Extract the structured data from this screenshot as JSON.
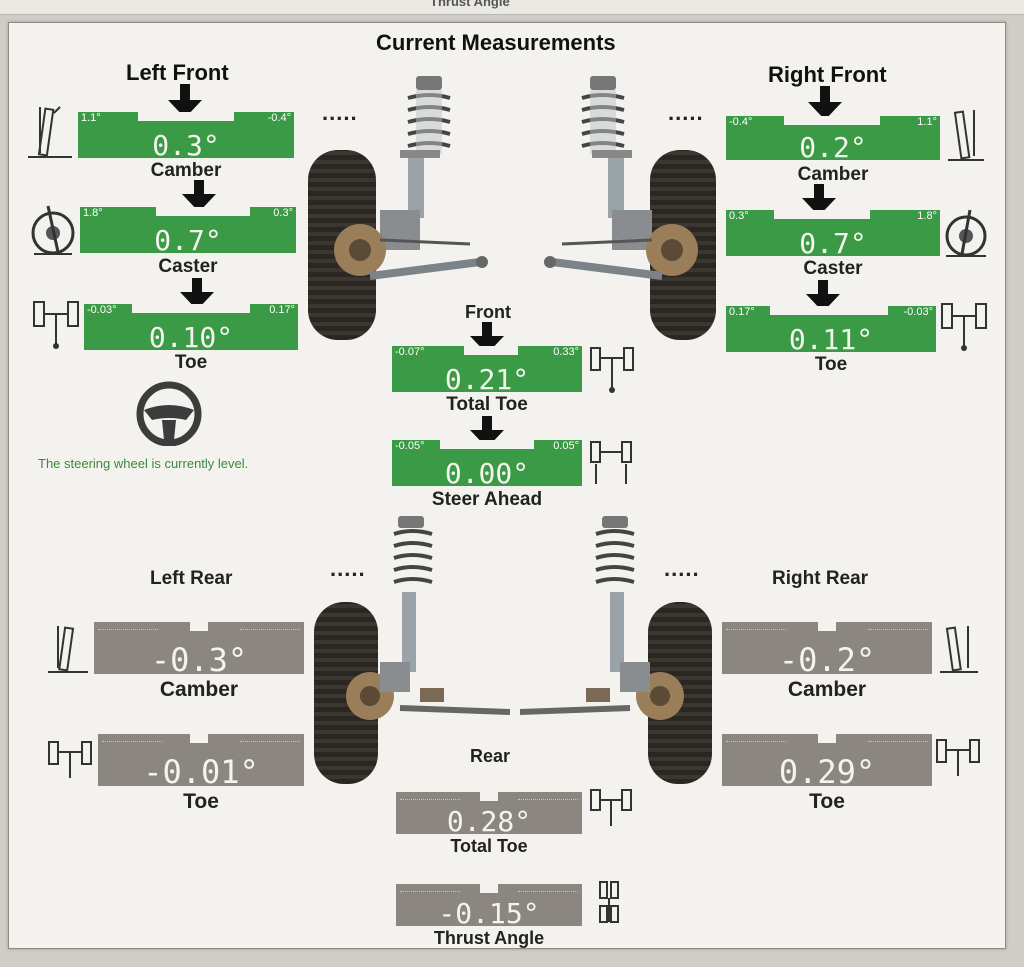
{
  "top_strip_text": "Thrust Angle",
  "title": "Current Measurements",
  "front_label": "Front",
  "rear_label": "Rear",
  "ellipsis": ".....",
  "left_front": {
    "heading": "Left Front",
    "camber": {
      "label": "Camber",
      "value": "0.3°",
      "min": "1.1°",
      "max": "-0.4°"
    },
    "caster": {
      "label": "Caster",
      "value": "0.7°",
      "min": "1.8°",
      "max": "0.3°"
    },
    "toe": {
      "label": "Toe",
      "value": "0.10°",
      "min": "-0.03°",
      "max": "0.17°"
    }
  },
  "right_front": {
    "heading": "Right Front",
    "camber": {
      "label": "Camber",
      "value": "0.2°",
      "min": "-0.4°",
      "max": "1.1°"
    },
    "caster": {
      "label": "Caster",
      "value": "0.7°",
      "min": "0.3°",
      "max": "1.8°"
    },
    "toe": {
      "label": "Toe",
      "value": "0.11°",
      "min": "0.17°",
      "max": "-0.03°"
    }
  },
  "front_total_toe": {
    "label": "Total Toe",
    "value": "0.21°",
    "min": "-0.07°",
    "max": "0.33°"
  },
  "steer_ahead": {
    "label": "Steer Ahead",
    "value": "0.00°",
    "min": "-0.05°",
    "max": "0.05°"
  },
  "steering_message": "The steering wheel is currently level.",
  "left_rear": {
    "heading": "Left Rear",
    "camber": {
      "label": "Camber",
      "value": "-0.3°"
    },
    "toe": {
      "label": "Toe",
      "value": "-0.01°"
    }
  },
  "right_rear": {
    "heading": "Right Rear",
    "camber": {
      "label": "Camber",
      "value": "-0.2°"
    },
    "toe": {
      "label": "Toe",
      "value": "0.29°"
    }
  },
  "rear_total_toe": {
    "label": "Total Toe",
    "value": "0.28°"
  },
  "thrust_angle": {
    "label": "Thrust Angle",
    "value": "-0.15°"
  },
  "colors": {
    "in_spec": "#3a9a45",
    "no_spec": "#8b8680",
    "panel": "#f3f2ee"
  },
  "icons": [
    "camber-icon",
    "caster-icon",
    "toe-icon",
    "total-toe-icon",
    "steer-ahead-icon",
    "thrust-angle-icon",
    "steering-wheel-icon",
    "down-arrow-icon"
  ]
}
